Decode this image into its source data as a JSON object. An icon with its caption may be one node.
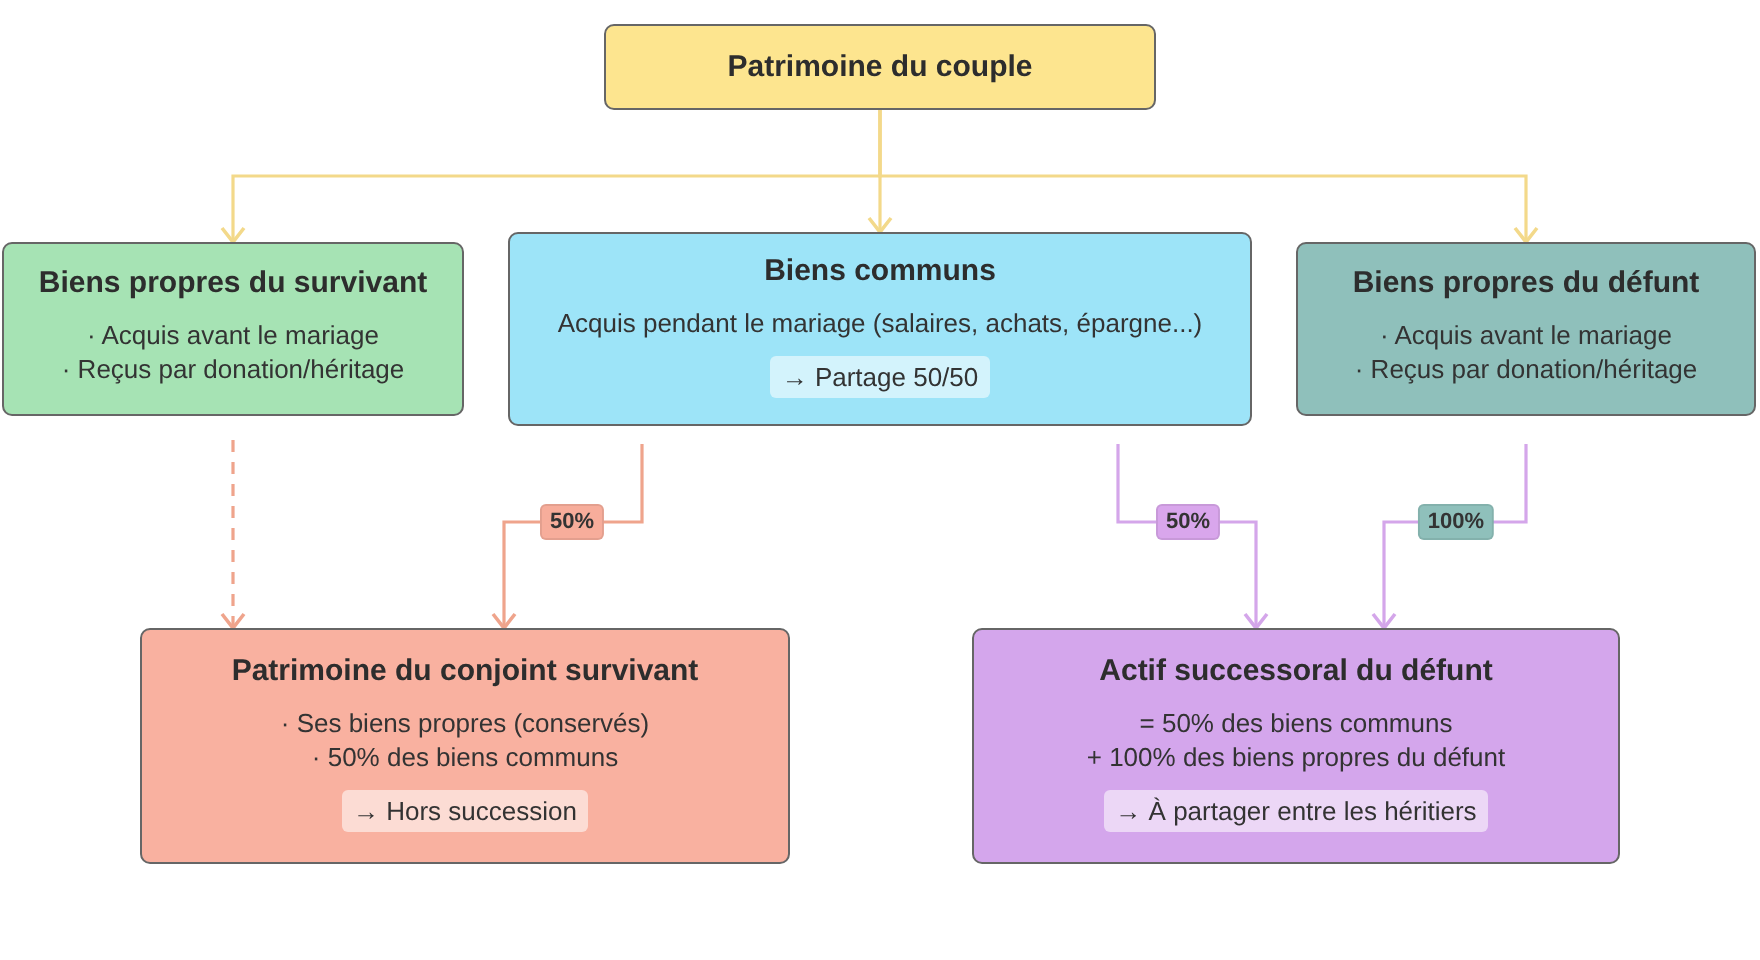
{
  "diagram": {
    "nodes": [
      {
        "text": [
          "Patrimoine du couple"
        ]
      },
      {
        "text": [
          "Biens propres du survivant",
          "· Acquis avant le mariage",
          "· Reçus par donation/héritage"
        ]
      },
      {
        "text": [
          "Biens communs",
          "Acquis pendant le mariage (salaires, achats, épargne...)",
          "→ Partage 50/50"
        ]
      },
      {
        "text": [
          "Biens propres du défunt",
          "· Acquis avant le mariage",
          "· Reçus par donation/héritage"
        ]
      },
      {
        "text": [
          "Patrimoine du conjoint survivant",
          "· Ses biens propres (conservés)",
          "· 50% des biens communs",
          "→ Hors succession"
        ]
      },
      {
        "text": [
          "Actif successoral du défunt",
          "= 50% des biens communs",
          "+ 100% des biens propres du défunt",
          "→ À partager entre les héritiers"
        ]
      }
    ],
    "edges": [
      {
        "from": 0,
        "to": 1,
        "arrow": "to",
        "color": "#f3d98a"
      },
      {
        "from": 0,
        "to": 2,
        "arrow": "to",
        "color": "#f3d98a"
      },
      {
        "from": 0,
        "to": 3,
        "arrow": "to",
        "color": "#f3d98a"
      },
      {
        "from": 1,
        "to": 4,
        "arrow": "to",
        "style": "dashed",
        "color": "#efa48c"
      },
      {
        "from": 2,
        "to": 4,
        "arrow": "to",
        "label": "50%",
        "color": "#efa48c"
      },
      {
        "from": 2,
        "to": 5,
        "arrow": "to",
        "label": "50%",
        "color": "#d4a6ea"
      },
      {
        "from": 3,
        "to": 5,
        "arrow": "to",
        "label": "100%",
        "color": "#d4a6ea"
      }
    ]
  }
}
